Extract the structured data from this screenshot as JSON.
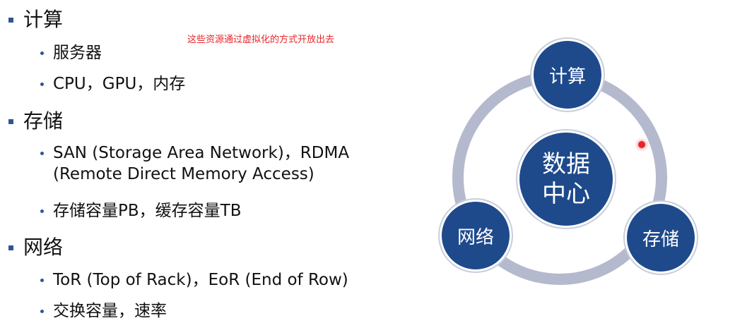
{
  "annotation": "这些资源通过虚拟化的方式开放出去",
  "sections": [
    {
      "heading": "计算",
      "items": [
        {
          "text": "服务器"
        },
        {
          "text": "CPU，GPU，内存"
        }
      ]
    },
    {
      "heading": "存储",
      "items": [
        {
          "line1": "SAN (Storage Area Network)，RDMA",
          "line2": "(Remote Direct Memory Access)"
        },
        {
          "text": "存储容量PB，缓存容量TB"
        }
      ]
    },
    {
      "heading": "网络",
      "items": [
        {
          "text": "ToR (Top of Rack)，EoR (End of Row)"
        },
        {
          "text": "交换容量，速率"
        }
      ]
    }
  ],
  "diagram": {
    "center": {
      "line1": "数据",
      "line2": "中心"
    },
    "top": "计算",
    "left": "网络",
    "right": "存储"
  },
  "colors": {
    "node_fill": "#1e4a8c",
    "ring": "#b4b9cd",
    "bullet": "#2f5597",
    "annotation": "#e8262a"
  }
}
